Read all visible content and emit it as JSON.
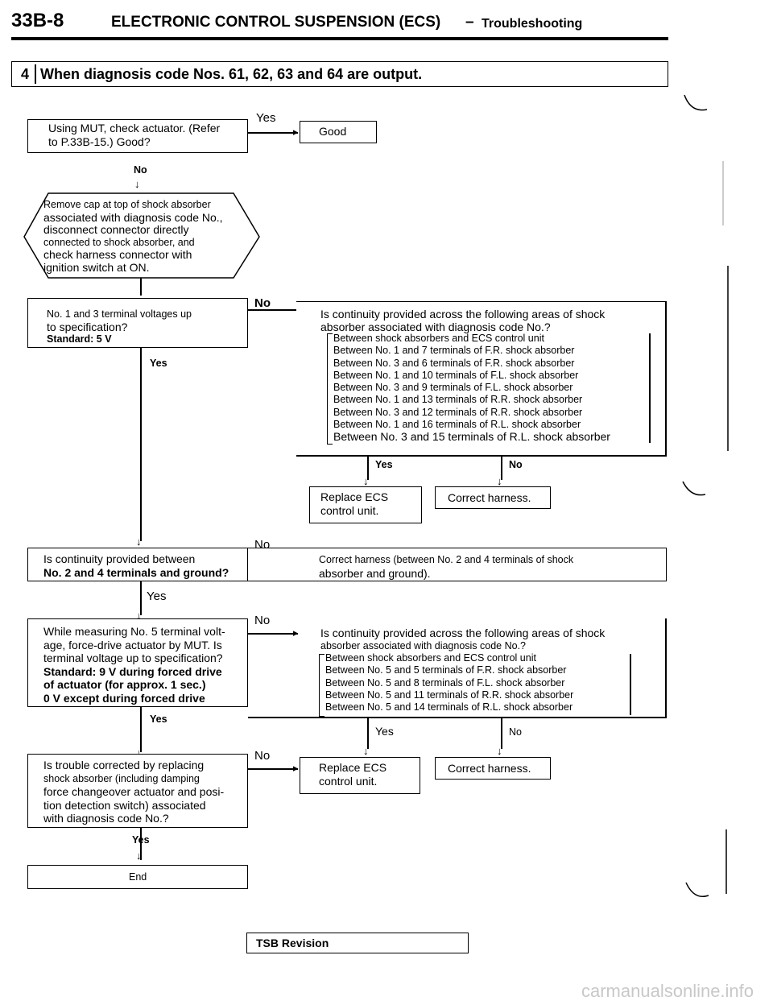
{
  "header": {
    "page_code": "33B-8",
    "title": "ELECTRONIC CONTROL SUSPENSION (ECS)",
    "dash": "–",
    "subtitle": "Troubleshooting"
  },
  "section": {
    "number": "4",
    "title": "When diagnosis code Nos. 61, 62, 63 and 64 are output."
  },
  "labels": {
    "yes": "Yes",
    "no": "No"
  },
  "flow": {
    "step1": {
      "line1": "Using MUT, check actuator. (Refer",
      "line2": "to P.33B-15.) Good?"
    },
    "good": "Good",
    "step2": [
      "Remove cap at top of shock absorber",
      "associated with diagnosis code No.,",
      "disconnect connector directly",
      "connected to shock absorber, and",
      "check harness connector with",
      "ignition switch at ON."
    ],
    "step3": {
      "line1": "No. 1 and 3 terminal voltages up",
      "line2": "to specification?",
      "standard": "Standard: 5 V"
    },
    "continuity1": {
      "title1": "Is continuity provided across the following areas of shock",
      "title2": "absorber associated with diagnosis code No.?",
      "items": [
        "Between shock absorbers and ECS control unit",
        "Between No. 1 and 7 terminals of F.R. shock absorber",
        "Between No. 3 and 6 terminals of F.R. shock absorber",
        "Between No. 1 and 10 terminals of F.L. shock absorber",
        "Between No. 3 and 9 terminals of F.L. shock absorber",
        "Between No. 1 and 13 terminals of R.R. shock absorber",
        "Between No. 3 and 12 terminals of R.R. shock absorber",
        "Between No. 1 and 16 terminals of R.L. shock absorber",
        "Between No. 3 and 15 terminals of R.L. shock absorber"
      ]
    },
    "replace_ecs": [
      "Replace ECS",
      "control unit."
    ],
    "correct_harness": "Correct harness.",
    "step4": {
      "line1": "Is continuity provided between",
      "line2": "No. 2 and 4 terminals and ground?"
    },
    "correct_harness_24": {
      "line1": "Correct harness (between No. 2 and 4 terminals of shock",
      "line2": "absorber and ground)."
    },
    "step5": {
      "lines": [
        "While measuring No. 5 terminal volt-",
        "age, force-drive actuator by MUT. Is",
        "terminal voltage up to specification?"
      ],
      "standard": [
        "Standard: 9 V during forced drive",
        "of actuator (for approx. 1 sec.)",
        "0 V except during forced drive"
      ]
    },
    "continuity2": {
      "title1": "Is continuity provided across the following areas of shock",
      "title2": "absorber associated with diagnosis code No.?",
      "items": [
        "Between shock absorbers and ECS control unit",
        "Between No. 5 and 5 terminals of F.R. shock absorber",
        "Between No. 5 and 8 terminals of F.L. shock absorber",
        "Between No. 5 and 11 terminals of R.R. shock absorber",
        "Between No. 5 and 14 terminals of R.L. shock absorber"
      ]
    },
    "step6": [
      "Is trouble corrected by replacing",
      "shock absorber (including damping",
      "force changeover actuator and posi-",
      "tion detection switch) associated",
      "with diagnosis code No.?"
    ],
    "end": "End"
  },
  "footer": {
    "tsb": "TSB Revision"
  },
  "watermark": "carmanualsonline.info"
}
